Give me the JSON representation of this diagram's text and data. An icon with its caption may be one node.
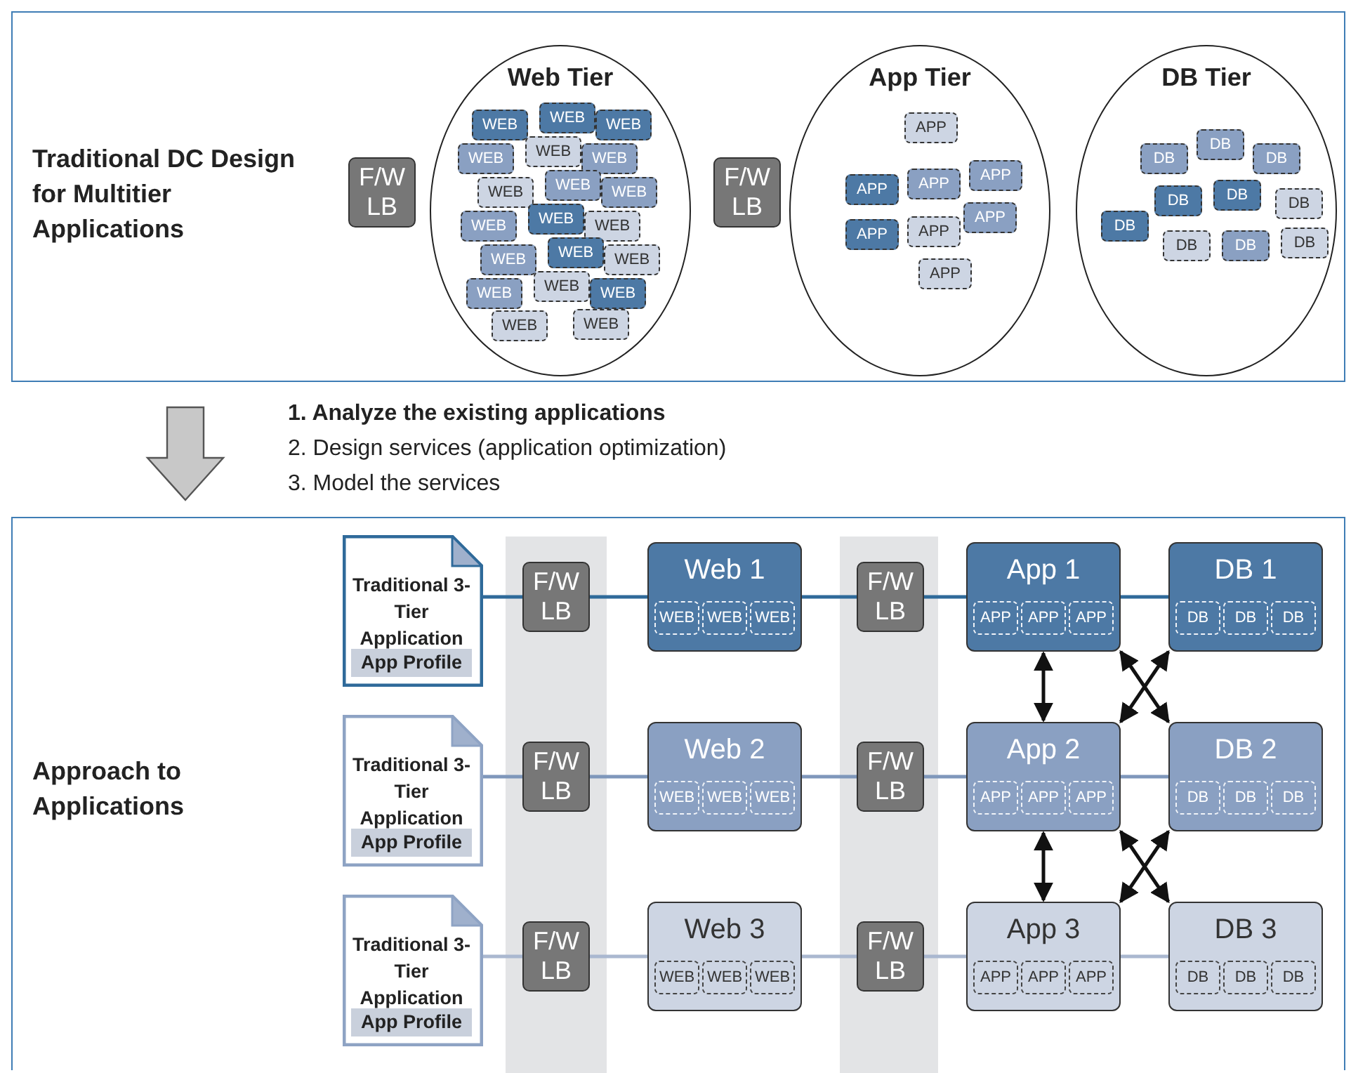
{
  "diagram": {
    "nodes": [
      {
        "text": [
          "Traditional DC Design for Multitier Applications"
        ]
      },
      {
        "text": [
          "F/W LB"
        ],
        "in": 0
      },
      {
        "text": [
          "Web Tier"
        ],
        "in": 0
      },
      {
        "text": [
          "WEB"
        ],
        "in": 2
      },
      {
        "text": [
          "WEB"
        ],
        "in": 2
      },
      {
        "text": [
          "WEB"
        ],
        "in": 2
      },
      {
        "text": [
          "WEB"
        ],
        "in": 2
      },
      {
        "text": [
          "WEB"
        ],
        "in": 2
      },
      {
        "text": [
          "WEB"
        ],
        "in": 2
      },
      {
        "text": [
          "WEB"
        ],
        "in": 2
      },
      {
        "text": [
          "WEB"
        ],
        "in": 2
      },
      {
        "text": [
          "WEB"
        ],
        "in": 2
      },
      {
        "text": [
          "WEB"
        ],
        "in": 2
      },
      {
        "text": [
          "WEB"
        ],
        "in": 2
      },
      {
        "text": [
          "WEB"
        ],
        "in": 2
      },
      {
        "text": [
          "WEB"
        ],
        "in": 2
      },
      {
        "text": [
          "WEB"
        ],
        "in": 2
      },
      {
        "text": [
          "WEB"
        ],
        "in": 2
      },
      {
        "text": [
          "WEB"
        ],
        "in": 2
      },
      {
        "text": [
          "WEB"
        ],
        "in": 2
      },
      {
        "text": [
          "WEB"
        ],
        "in": 2
      },
      {
        "text": [
          "WEB"
        ],
        "in": 2
      },
      {
        "text": [
          "WEB"
        ],
        "in": 2
      },
      {
        "text": [
          "F/W LB"
        ],
        "in": 0
      },
      {
        "text": [
          "App Tier"
        ],
        "in": 0
      },
      {
        "text": [
          "APP"
        ],
        "in": 24
      },
      {
        "text": [
          "APP"
        ],
        "in": 24
      },
      {
        "text": [
          "APP"
        ],
        "in": 24
      },
      {
        "text": [
          "APP"
        ],
        "in": 24
      },
      {
        "text": [
          "APP"
        ],
        "in": 24
      },
      {
        "text": [
          "APP"
        ],
        "in": 24
      },
      {
        "text": [
          "APP"
        ],
        "in": 24
      },
      {
        "text": [
          "APP"
        ],
        "in": 24
      },
      {
        "text": [
          "DB Tier"
        ],
        "in": 0
      },
      {
        "text": [
          "DB"
        ],
        "in": 33
      },
      {
        "text": [
          "DB"
        ],
        "in": 33
      },
      {
        "text": [
          "DB"
        ],
        "in": 33
      },
      {
        "text": [
          "DB"
        ],
        "in": 33
      },
      {
        "text": [
          "DB"
        ],
        "in": 33
      },
      {
        "text": [
          "DB"
        ],
        "in": 33
      },
      {
        "text": [
          "DB"
        ],
        "in": 33
      },
      {
        "text": [
          "DB"
        ],
        "in": 33
      },
      {
        "text": [
          "DB"
        ],
        "in": 33
      },
      {
        "text": [
          "DB"
        ],
        "in": 33
      },
      {
        "text": [
          "Approach to Applications"
        ]
      },
      {
        "text": [
          "Traditional 3-Tier Application",
          "App Profile"
        ],
        "in": 44
      },
      {
        "text": [
          "F/W LB"
        ],
        "in": 44
      },
      {
        "text": [
          "Web 1"
        ],
        "in": 44
      },
      {
        "text": [
          "WEB"
        ],
        "in": 47
      },
      {
        "text": [
          "WEB"
        ],
        "in": 47
      },
      {
        "text": [
          "WEB"
        ],
        "in": 47
      },
      {
        "text": [
          "F/W LB"
        ],
        "in": 44
      },
      {
        "text": [
          "App 1"
        ],
        "in": 44
      },
      {
        "text": [
          "APP"
        ],
        "in": 52
      },
      {
        "text": [
          "APP"
        ],
        "in": 52
      },
      {
        "text": [
          "APP"
        ],
        "in": 52
      },
      {
        "text": [
          "DB 1"
        ],
        "in": 44
      },
      {
        "text": [
          "DB"
        ],
        "in": 56
      },
      {
        "text": [
          "DB"
        ],
        "in": 56
      },
      {
        "text": [
          "DB"
        ],
        "in": 56
      },
      {
        "text": [
          "Traditional 3-Tier Application",
          "App Profile"
        ],
        "in": 44
      },
      {
        "text": [
          "F/W LB"
        ],
        "in": 44
      },
      {
        "text": [
          "Web 2"
        ],
        "in": 44
      },
      {
        "text": [
          "WEB"
        ],
        "in": 62
      },
      {
        "text": [
          "WEB"
        ],
        "in": 62
      },
      {
        "text": [
          "WEB"
        ],
        "in": 62
      },
      {
        "text": [
          "F/W LB"
        ],
        "in": 44
      },
      {
        "text": [
          "App 2"
        ],
        "in": 44
      },
      {
        "text": [
          "APP"
        ],
        "in": 67
      },
      {
        "text": [
          "APP"
        ],
        "in": 67
      },
      {
        "text": [
          "APP"
        ],
        "in": 67
      },
      {
        "text": [
          "DB 2"
        ],
        "in": 44
      },
      {
        "text": [
          "DB"
        ],
        "in": 71
      },
      {
        "text": [
          "DB"
        ],
        "in": 71
      },
      {
        "text": [
          "DB"
        ],
        "in": 71
      },
      {
        "text": [
          "Traditional 3-Tier Application",
          "App Profile"
        ],
        "in": 44
      },
      {
        "text": [
          "F/W LB"
        ],
        "in": 44
      },
      {
        "text": [
          "Web 3"
        ],
        "in": 44
      },
      {
        "text": [
          "WEB"
        ],
        "in": 77
      },
      {
        "text": [
          "WEB"
        ],
        "in": 77
      },
      {
        "text": [
          "WEB"
        ],
        "in": 77
      },
      {
        "text": [
          "F/W LB"
        ],
        "in": 44
      },
      {
        "text": [
          "App 3"
        ],
        "in": 44
      },
      {
        "text": [
          "APP"
        ],
        "in": 82
      },
      {
        "text": [
          "APP"
        ],
        "in": 82
      },
      {
        "text": [
          "APP"
        ],
        "in": 82
      },
      {
        "text": [
          "DB 3"
        ],
        "in": 44
      },
      {
        "text": [
          "DB"
        ],
        "in": 86
      },
      {
        "text": [
          "DB"
        ],
        "in": 86
      },
      {
        "text": [
          "DB"
        ],
        "in": 86
      }
    ],
    "edges": [
      {
        "from": 0,
        "to": 44,
        "arrow": "to",
        "style": "thick",
        "color": "#c8c8c8"
      },
      {
        "from": 45,
        "to": 46,
        "arrow": "none",
        "color": "#2f6a9a"
      },
      {
        "from": 46,
        "to": 47,
        "arrow": "none",
        "color": "#2f6a9a"
      },
      {
        "from": 47,
        "to": 51,
        "arrow": "none",
        "color": "#2f6a9a"
      },
      {
        "from": 51,
        "to": 52,
        "arrow": "none",
        "color": "#2f6a9a"
      },
      {
        "from": 52,
        "to": 56,
        "arrow": "none",
        "color": "#2f6a9a"
      },
      {
        "from": 60,
        "to": 61,
        "arrow": "none",
        "color": "#7f97bb"
      },
      {
        "from": 61,
        "to": 62,
        "arrow": "none",
        "color": "#7f97bb"
      },
      {
        "from": 62,
        "to": 66,
        "arrow": "none",
        "color": "#7f97bb"
      },
      {
        "from": 66,
        "to": 67,
        "arrow": "none",
        "color": "#7f97bb"
      },
      {
        "from": 67,
        "to": 71,
        "arrow": "none",
        "color": "#7f97bb"
      },
      {
        "from": 75,
        "to": 76,
        "arrow": "none",
        "color": "#aab8d0"
      },
      {
        "from": 76,
        "to": 77,
        "arrow": "none",
        "color": "#aab8d0"
      },
      {
        "from": 77,
        "to": 81,
        "arrow": "none",
        "color": "#aab8d0"
      },
      {
        "from": 81,
        "to": 82,
        "arrow": "none",
        "color": "#aab8d0"
      },
      {
        "from": 82,
        "to": 86,
        "arrow": "none",
        "color": "#aab8d0"
      },
      {
        "from": 52,
        "to": 67,
        "arrow": "both"
      },
      {
        "from": 52,
        "to": 71,
        "arrow": "both"
      },
      {
        "from": 56,
        "to": 67,
        "arrow": "both"
      },
      {
        "from": 67,
        "to": 82,
        "arrow": "both"
      },
      {
        "from": 67,
        "to": 86,
        "arrow": "both"
      },
      {
        "from": 71,
        "to": 82,
        "arrow": "both"
      }
    ],
    "labels": [
      "1. Analyze the existing applications",
      "2. Design services (application optimization)",
      "3. Model the services"
    ]
  }
}
